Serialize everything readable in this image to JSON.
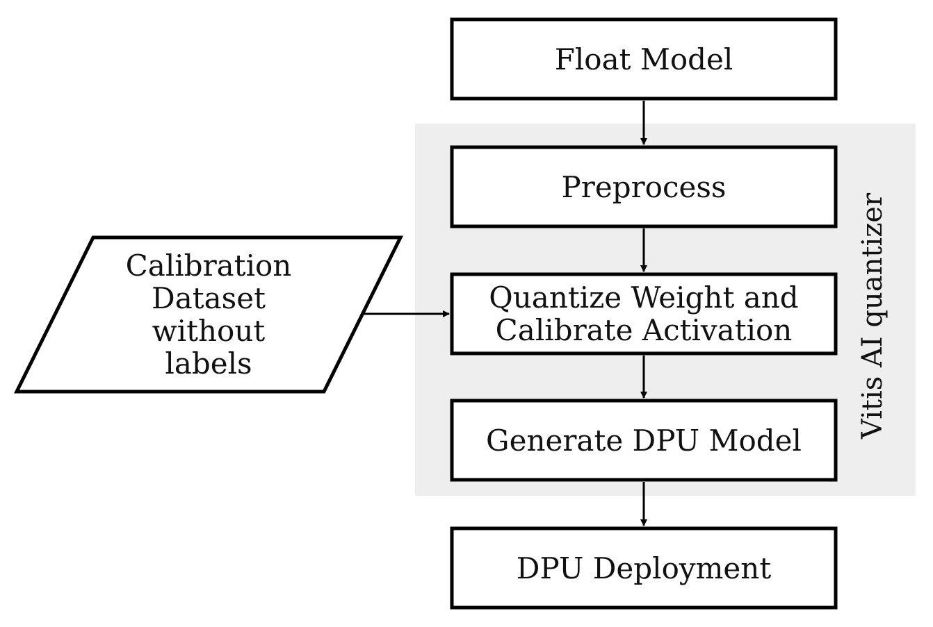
{
  "diagram": {
    "nodes": {
      "float_model": "Float Model",
      "preprocess": "Preprocess",
      "quantize_line1": "Quantize Weight and",
      "quantize_line2": "Calibrate Activation",
      "generate": "Generate DPU Model",
      "deployment": "DPU Deployment"
    },
    "input": {
      "line1": "Calibration",
      "line2": "Dataset",
      "line3": "without",
      "line4": "labels"
    },
    "group_label": "Vitis AI quantizer"
  }
}
